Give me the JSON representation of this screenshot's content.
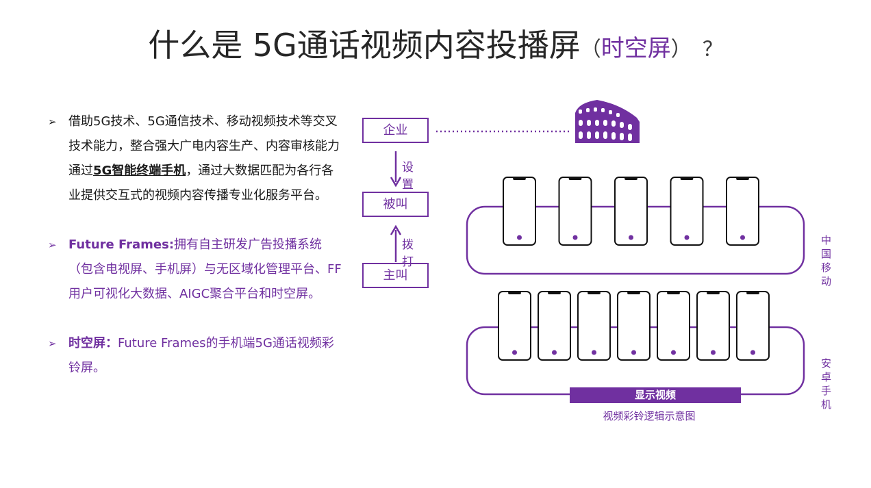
{
  "title": {
    "main": "什么是 5G通话视频内容投播屏",
    "open_paren": "（",
    "accent": "时空屏",
    "close_paren": "）",
    "question": "？"
  },
  "bullets": [
    {
      "marker": "➢",
      "pre": "借助5G技术、5G通信技术、移动视频技术等交叉技术能力，整合强大广电内容生产、内容审核能力通过",
      "emphasis": "5G智能终端手机",
      "post": "，通过大数据匹配为各行各业提供交互式的视频内容传播专业化服务平台。"
    },
    {
      "marker": "➢",
      "lead": "Future Frames:",
      "text": "拥有自主研发广告投播系统（包含电视屏、手机屏）与无区域化管理平台、FF用户可视化大数据、AIGC聚合平台和时空屏。"
    },
    {
      "marker": "➢",
      "lead": "时空屏：",
      "text": "Future Frames的手机端5G通话视频彩铃屏。"
    }
  ],
  "diagram": {
    "nodes": {
      "enterprise": "企业",
      "callee": "被叫",
      "caller": "主叫"
    },
    "edges": {
      "setup": "设置",
      "dial": "拨打"
    },
    "groups": {
      "china_mobile": [
        "中国",
        "移动"
      ],
      "android": [
        "安卓",
        "手机"
      ]
    },
    "phone_rows": {
      "china_mobile_count": 5,
      "android_count": 7
    },
    "display_bar": "显示视频",
    "caption": "视频彩铃逻辑示意图",
    "icon": "colosseum-icon"
  },
  "colors": {
    "accent": "#7030a0",
    "text": "#1a1a1a",
    "title": "#262626"
  }
}
